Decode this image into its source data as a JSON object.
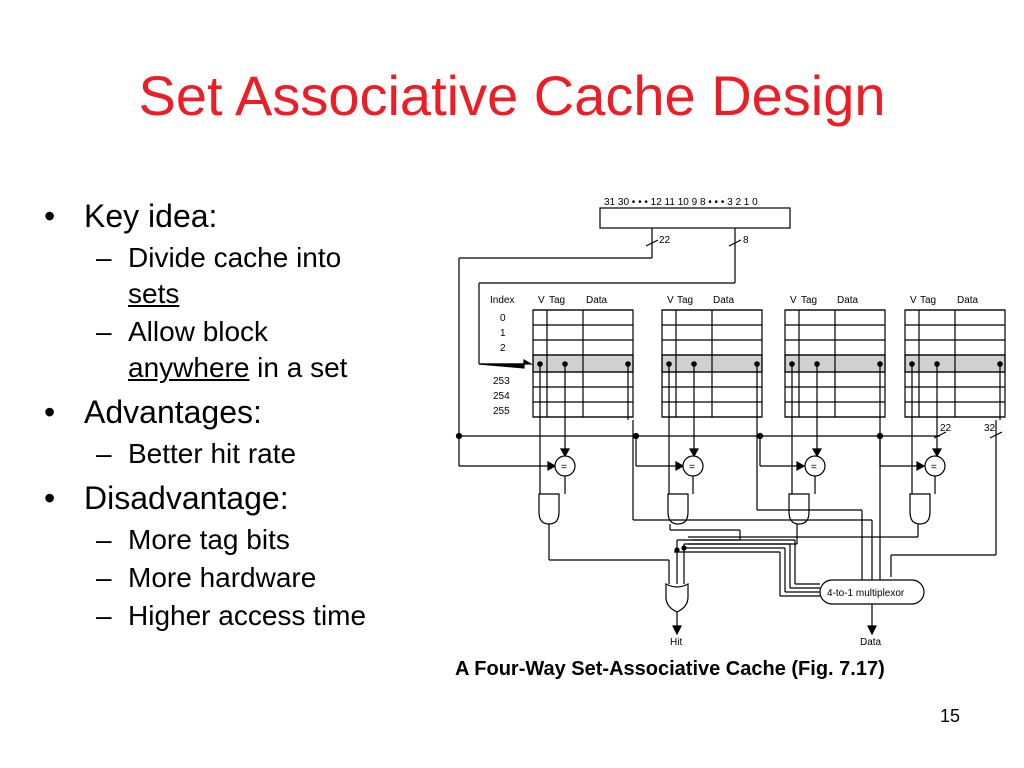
{
  "slide": {
    "title": "Set Associative Cache Design",
    "page_number": "15"
  },
  "bullets": {
    "key_idea": "Key idea:",
    "divide_prefix": "Divide cache into",
    "divide_sets": "sets",
    "allow_prefix": "Allow block",
    "allow_anywhere": "anywhere",
    "allow_suffix": " in a set",
    "advantages": "Advantages:",
    "better_hit": "Better hit rate",
    "disadvantage": "Disadvantage:",
    "more_tag": "More tag bits",
    "more_hw": "More hardware",
    "higher_access": "Higher access time"
  },
  "diagram": {
    "address_bits": "31  30 • • • 12  11  10  9  8 • • • 3  2  1  0",
    "tag_width": "22",
    "index_width": "8",
    "index_header": "Index",
    "v_header": "V",
    "tag_header": "Tag",
    "data_header": "Data",
    "rows_top": [
      "0",
      "1",
      "2"
    ],
    "rows_bottom": [
      "253",
      "254",
      "255"
    ],
    "compare_label": "=",
    "out_tag_width": "22",
    "out_data_width": "32",
    "mux_label": "4-to-1 multiplexor",
    "hit_label": "Hit",
    "data_out_label": "Data",
    "caption": "A Four-Way Set-Associative Cache (Fig. 7.17)"
  },
  "colors": {
    "title": "#ee1c25",
    "highlight_row": "#d0d0d0"
  }
}
